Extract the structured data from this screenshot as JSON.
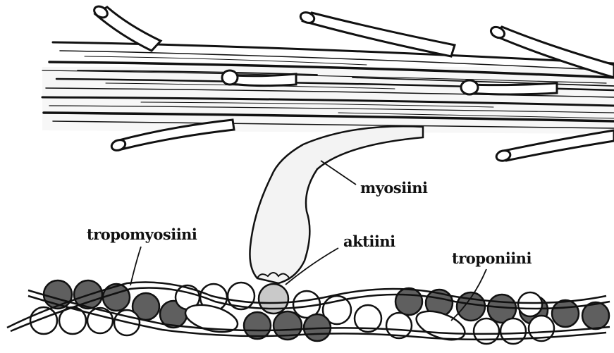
{
  "labels": {
    "myosin": "myosiini",
    "tropomyosin": "tropomyosiini",
    "actin": "aktiini",
    "troponin": "troponiini"
  },
  "colors": {
    "background": "#ffffff",
    "ink": "#111111",
    "dark_bead": "#5f5f5f",
    "light_bead": "#ffffff",
    "head_fill": "#f4f4f4",
    "highlight_bead": "#c9c9c9"
  }
}
